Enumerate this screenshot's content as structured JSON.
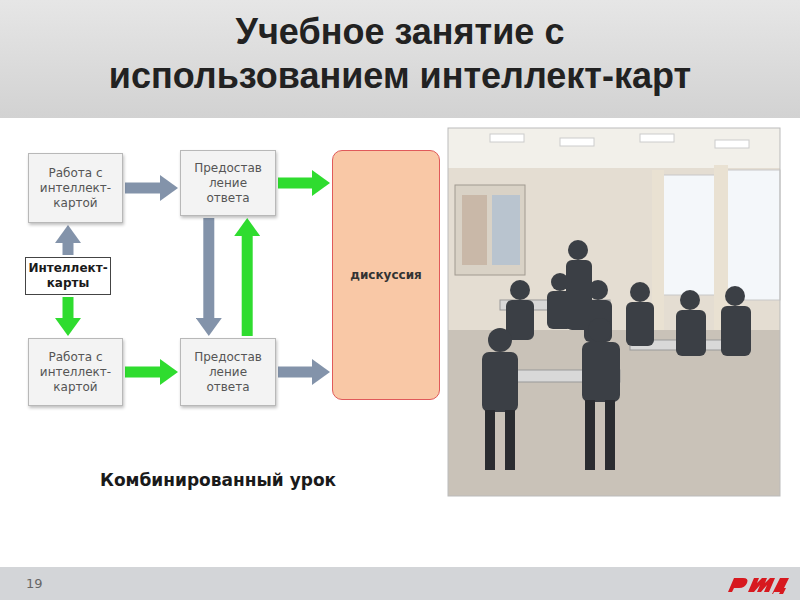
{
  "diagram": {
    "title": "Учебное занятие с использованием интеллект-карт",
    "caption": "Комбинированный урок",
    "nodes": [
      {
        "text": [
          "Работа с интеллект-картой"
        ]
      },
      {
        "text": [
          "Предостав ление ответа"
        ]
      },
      {
        "text": [
          "дискуссия"
        ]
      },
      {
        "text": [
          "Интеллект-карты"
        ]
      },
      {
        "text": [
          "Работа с интеллект-картой"
        ]
      },
      {
        "text": [
          "Предостав ление ответа"
        ]
      }
    ],
    "edges": [
      {
        "from": 0,
        "to": 1,
        "arrow": "to"
      },
      {
        "from": 1,
        "to": 2,
        "arrow": "to"
      },
      {
        "from": 3,
        "to": 0,
        "arrow": "to"
      },
      {
        "from": 3,
        "to": 4,
        "arrow": "to"
      },
      {
        "from": 4,
        "to": 5,
        "arrow": "to"
      },
      {
        "from": 5,
        "to": 2,
        "arrow": "to"
      },
      {
        "from": 1,
        "to": 5,
        "arrow": "to"
      },
      {
        "from": 5,
        "to": 1,
        "arrow": "to"
      }
    ],
    "labels": [
      "19"
    ]
  }
}
